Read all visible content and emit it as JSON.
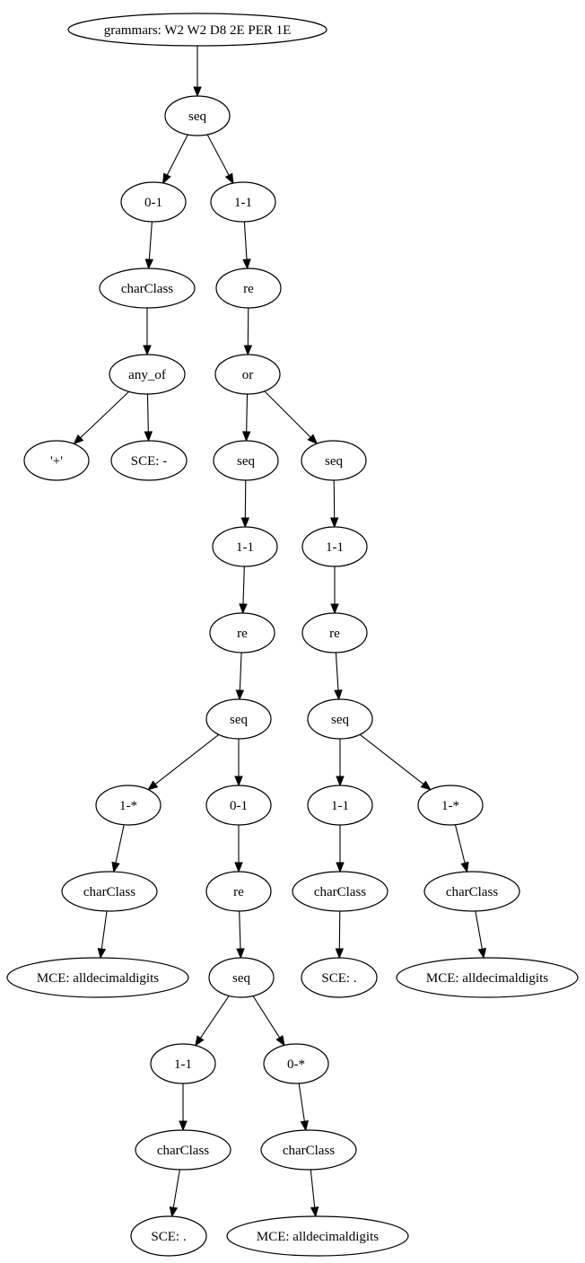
{
  "diagram": {
    "kind": "parse-tree",
    "nodes": [
      {
        "id": "root",
        "label": "grammars: W2 W2 D8 2E PER 1E"
      },
      {
        "id": "n1",
        "label": "seq"
      },
      {
        "id": "n2",
        "label": "0-1"
      },
      {
        "id": "n3",
        "label": "1-1"
      },
      {
        "id": "n4",
        "label": "charClass"
      },
      {
        "id": "n5",
        "label": "re"
      },
      {
        "id": "n6",
        "label": "any_of"
      },
      {
        "id": "n7",
        "label": "or"
      },
      {
        "id": "n8",
        "label": "'+'"
      },
      {
        "id": "n9",
        "label": "SCE: -"
      },
      {
        "id": "n10",
        "label": "seq"
      },
      {
        "id": "n11",
        "label": "seq"
      },
      {
        "id": "n12",
        "label": "1-1"
      },
      {
        "id": "n13",
        "label": "1-1"
      },
      {
        "id": "n14",
        "label": "re"
      },
      {
        "id": "n15",
        "label": "re"
      },
      {
        "id": "n16",
        "label": "seq"
      },
      {
        "id": "n17",
        "label": "seq"
      },
      {
        "id": "n18",
        "label": "1-*"
      },
      {
        "id": "n19",
        "label": "0-1"
      },
      {
        "id": "n20",
        "label": "1-1"
      },
      {
        "id": "n21",
        "label": "1-*"
      },
      {
        "id": "n22",
        "label": "charClass"
      },
      {
        "id": "n23",
        "label": "re"
      },
      {
        "id": "n24",
        "label": "charClass"
      },
      {
        "id": "n25",
        "label": "charClass"
      },
      {
        "id": "n26",
        "label": "MCE: alldecimaldigits"
      },
      {
        "id": "n27",
        "label": "seq"
      },
      {
        "id": "n28",
        "label": "SCE: ."
      },
      {
        "id": "n29",
        "label": "MCE: alldecimaldigits"
      },
      {
        "id": "n30",
        "label": "1-1"
      },
      {
        "id": "n31",
        "label": "0-*"
      },
      {
        "id": "n32",
        "label": "charClass"
      },
      {
        "id": "n33",
        "label": "charClass"
      },
      {
        "id": "n34",
        "label": "SCE: ."
      },
      {
        "id": "n35",
        "label": "MCE: alldecimaldigits"
      }
    ],
    "edges": [
      [
        "root",
        "n1"
      ],
      [
        "n1",
        "n2"
      ],
      [
        "n1",
        "n3"
      ],
      [
        "n2",
        "n4"
      ],
      [
        "n4",
        "n6"
      ],
      [
        "n6",
        "n8"
      ],
      [
        "n6",
        "n9"
      ],
      [
        "n3",
        "n5"
      ],
      [
        "n5",
        "n7"
      ],
      [
        "n7",
        "n10"
      ],
      [
        "n7",
        "n11"
      ],
      [
        "n10",
        "n12"
      ],
      [
        "n12",
        "n14"
      ],
      [
        "n14",
        "n16"
      ],
      [
        "n16",
        "n18"
      ],
      [
        "n16",
        "n19"
      ],
      [
        "n18",
        "n22"
      ],
      [
        "n22",
        "n26"
      ],
      [
        "n19",
        "n23"
      ],
      [
        "n23",
        "n27"
      ],
      [
        "n27",
        "n30"
      ],
      [
        "n27",
        "n31"
      ],
      [
        "n30",
        "n32"
      ],
      [
        "n32",
        "n34"
      ],
      [
        "n31",
        "n33"
      ],
      [
        "n33",
        "n35"
      ],
      [
        "n11",
        "n13"
      ],
      [
        "n13",
        "n15"
      ],
      [
        "n15",
        "n17"
      ],
      [
        "n17",
        "n20"
      ],
      [
        "n17",
        "n21"
      ],
      [
        "n20",
        "n24"
      ],
      [
        "n24",
        "n28"
      ],
      [
        "n21",
        "n25"
      ],
      [
        "n25",
        "n29"
      ]
    ]
  }
}
